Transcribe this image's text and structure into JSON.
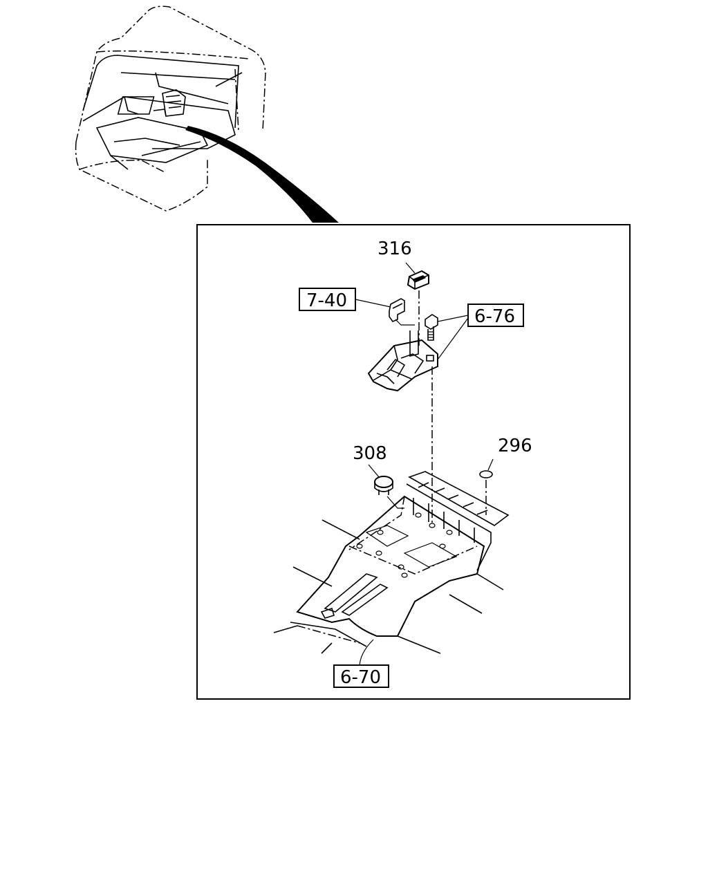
{
  "callouts": {
    "part_316": "316",
    "part_308": "308",
    "part_296": "296"
  },
  "references": {
    "ref_7_40": "7-40",
    "ref_6_76": "6-76",
    "ref_6_70": "6-70"
  }
}
